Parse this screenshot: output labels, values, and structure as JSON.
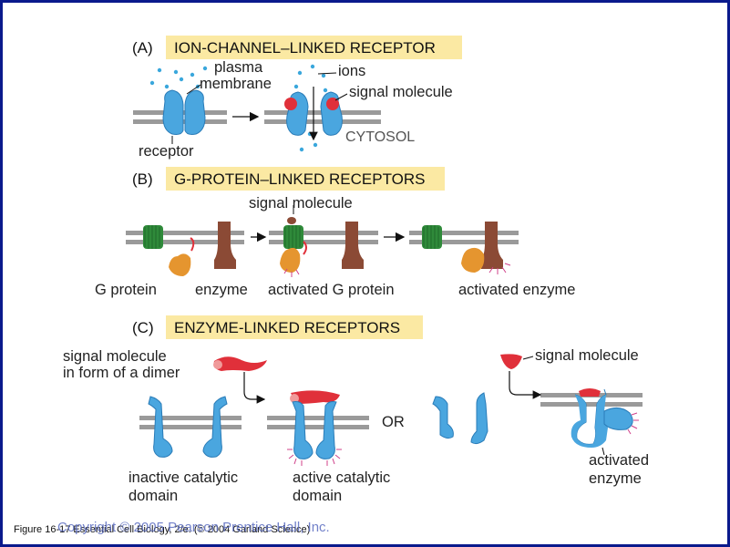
{
  "panels": {
    "a": {
      "letter": "(A)",
      "title": "ION-CHANNEL–LINKED RECEPTOR",
      "labels": {
        "plasma": "plasma",
        "membrane": "membrane",
        "ions": "ions",
        "signal_molecule": "signal molecule",
        "cytosol": "CYTOSOL",
        "receptor": "receptor"
      }
    },
    "b": {
      "letter": "(B)",
      "title": "G-PROTEIN–LINKED RECEPTORS",
      "labels": {
        "signal_molecule": "signal molecule",
        "g_protein": "G protein",
        "enzyme": "enzyme",
        "activated_g_protein": "activated G protein",
        "activated_enzyme": "activated enzyme"
      }
    },
    "c": {
      "letter": "(C)",
      "title": "ENZYME-LINKED RECEPTORS",
      "labels": {
        "signal_molecule_1": "signal molecule",
        "in_form_of_dimer": "in form of a dimer",
        "signal_molecule_2": "signal molecule",
        "or": "OR",
        "inactive_catalytic": "inactive catalytic",
        "domain_1": "domain",
        "active_catalytic": "active catalytic",
        "domain_2": "domain",
        "activated": "activated",
        "enzyme": "enzyme"
      }
    }
  },
  "footer": {
    "caption": "Figure 16-17  Essential Cell Biology, 2/e. (© 2004 Garland Science)",
    "copyright": "Copyright © 2005 Pearson Prentice Hall, Inc."
  },
  "colors": {
    "membrane": "#9a9a9a",
    "receptor_blue": "#4aa6df",
    "signal_red": "#e0303a",
    "g_protein_orange": "#e5952f",
    "enzyme_brown": "#8b4a35",
    "receptor_green": "#2f8a3a",
    "title_highlight": "#fbe9a3",
    "ion_dots": "#3aa7dc"
  }
}
